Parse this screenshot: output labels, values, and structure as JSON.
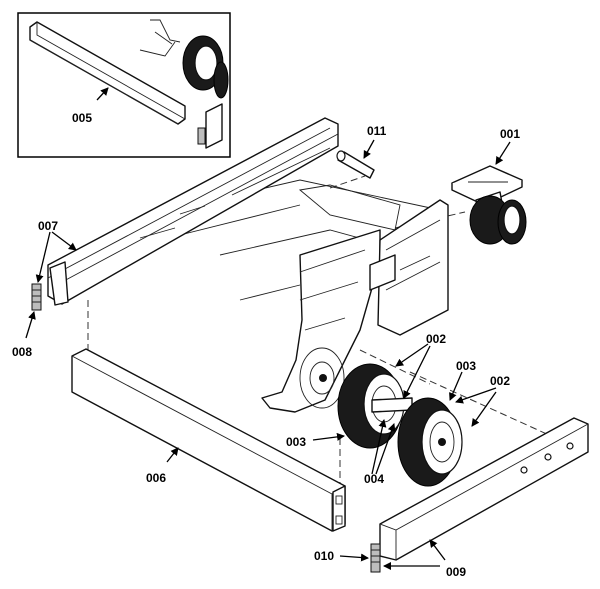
{
  "labels": {
    "p001": "001",
    "p002a": "002",
    "p002b": "002",
    "p003a": "003",
    "p003b": "003",
    "p004": "004",
    "p005": "005",
    "p006": "006",
    "p007": "007",
    "p008": "008",
    "p009": "009",
    "p010": "010",
    "p011": "011"
  }
}
